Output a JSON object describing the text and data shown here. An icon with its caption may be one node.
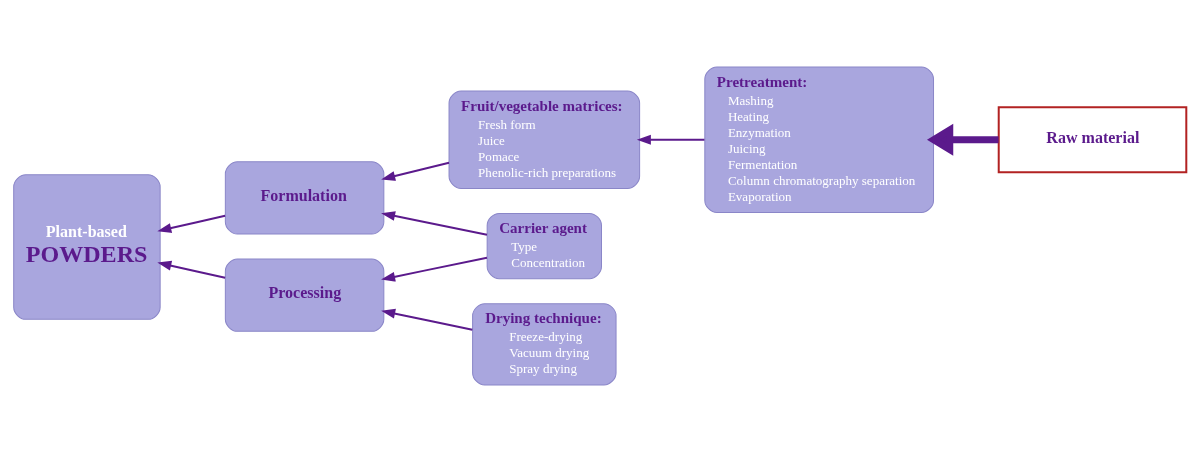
{
  "diagram": {
    "nodes": [
      {
        "text": [
          "Plant-based",
          "POWDERS"
        ]
      },
      {
        "text": [
          "Formulation"
        ]
      },
      {
        "text": [
          "Processing"
        ]
      },
      {
        "text": [
          "Fruit/vegetable matrices:",
          "Fresh form",
          "Juice",
          "Pomace",
          "Phenolic-rich preparations"
        ]
      },
      {
        "text": [
          "Carrier agent",
          "Type",
          "Concentration"
        ]
      },
      {
        "text": [
          "Drying technique:",
          "Freeze-drying",
          "Vacuum drying",
          "Spray drying"
        ]
      },
      {
        "text": [
          "Pretreatment:",
          "Mashing",
          "Heating",
          "Enzymation",
          "Juicing",
          "Fermentation",
          "Column chromatography separation",
          "Evaporation"
        ]
      },
      {
        "text": [
          "Raw material"
        ]
      }
    ],
    "edges": [
      {
        "from": 1,
        "to": 0,
        "arrow": "to"
      },
      {
        "from": 2,
        "to": 0,
        "arrow": "to"
      },
      {
        "from": 3,
        "to": 1,
        "arrow": "to"
      },
      {
        "from": 4,
        "to": 1,
        "arrow": "to"
      },
      {
        "from": 4,
        "to": 2,
        "arrow": "to"
      },
      {
        "from": 5,
        "to": 2,
        "arrow": "to"
      },
      {
        "from": 6,
        "to": 3,
        "arrow": "to"
      },
      {
        "from": 7,
        "to": 6,
        "arrow": "to",
        "style": "thick"
      }
    ]
  }
}
